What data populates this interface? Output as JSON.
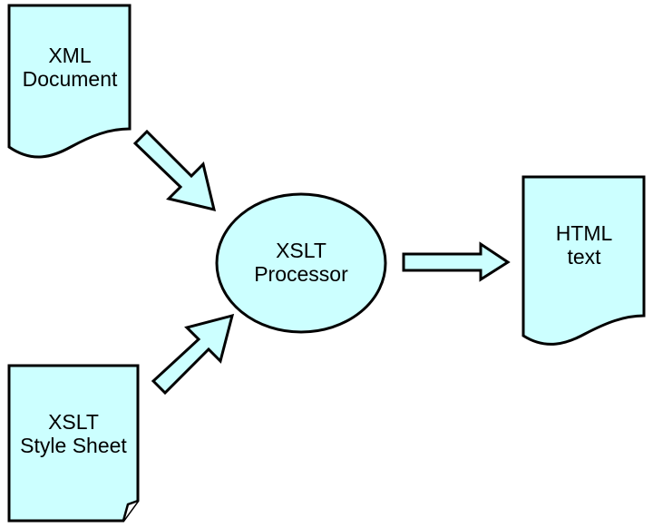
{
  "colors": {
    "fill": "#ccffff",
    "stroke": "#000000",
    "background": "#ffffff"
  },
  "nodes": {
    "xml_document": {
      "line1": "XML",
      "line2": "Document"
    },
    "xslt_stylesheet": {
      "line1": "XSLT",
      "line2": "Style Sheet"
    },
    "xslt_processor": {
      "line1": "XSLT",
      "line2": "Processor"
    },
    "html_text": {
      "line1": "HTML",
      "line2": "text"
    }
  }
}
